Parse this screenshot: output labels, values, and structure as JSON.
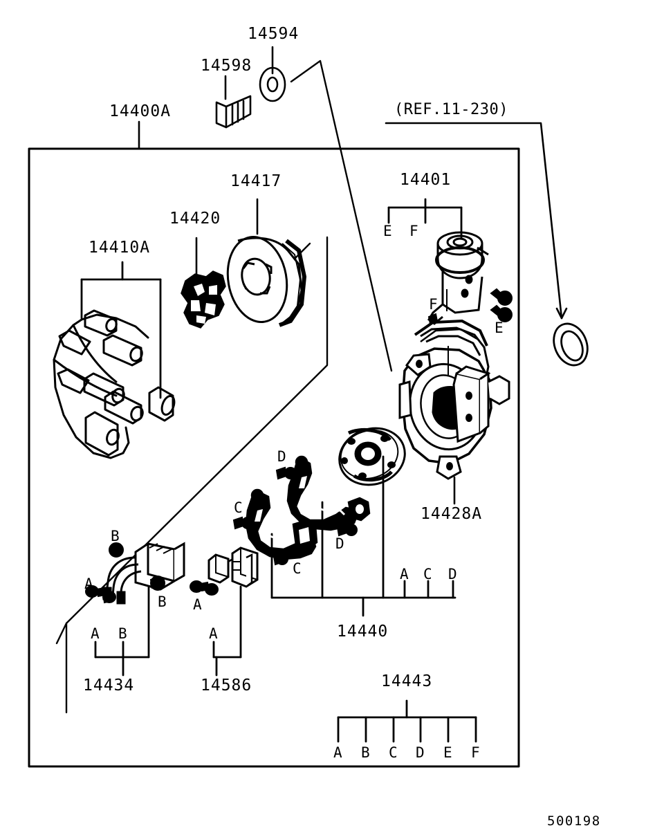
{
  "diagram": {
    "id_code": "500198",
    "reference_note": "(REF.11-230)",
    "assembly_label": "14400A",
    "parts": {
      "fastener_bolt": "14598",
      "washer": "14594",
      "distributor_cap": "14410A",
      "rotor": "14420",
      "cover": "14417",
      "vacuum_advance": "14401",
      "housing": "14428A",
      "pickup_assembly": "14440",
      "igniter_harness": "14434",
      "connector": "14586",
      "screw_kit": "14443"
    },
    "brackets": {
      "b14410A": {
        "label": "14410A",
        "legs": []
      },
      "b14401": {
        "label": "14401",
        "legs": [
          "E",
          "F"
        ]
      },
      "b14440": {
        "label": "14440",
        "legs": [
          "A",
          "C",
          "D"
        ]
      },
      "b14434": {
        "label": "14434",
        "legs": [
          "A",
          "B"
        ]
      },
      "b14586": {
        "label": "14586",
        "legs": [
          "A"
        ]
      },
      "b14443": {
        "label": "14443",
        "legs": [
          "A",
          "B",
          "C",
          "D",
          "E",
          "F"
        ]
      }
    },
    "callouts": {
      "c1": "A",
      "c2": "B",
      "c3": "B",
      "c4": "A",
      "c5": "C",
      "c6": "C",
      "c7": "D",
      "c8": "D",
      "c9": "E",
      "c10": "F"
    }
  }
}
